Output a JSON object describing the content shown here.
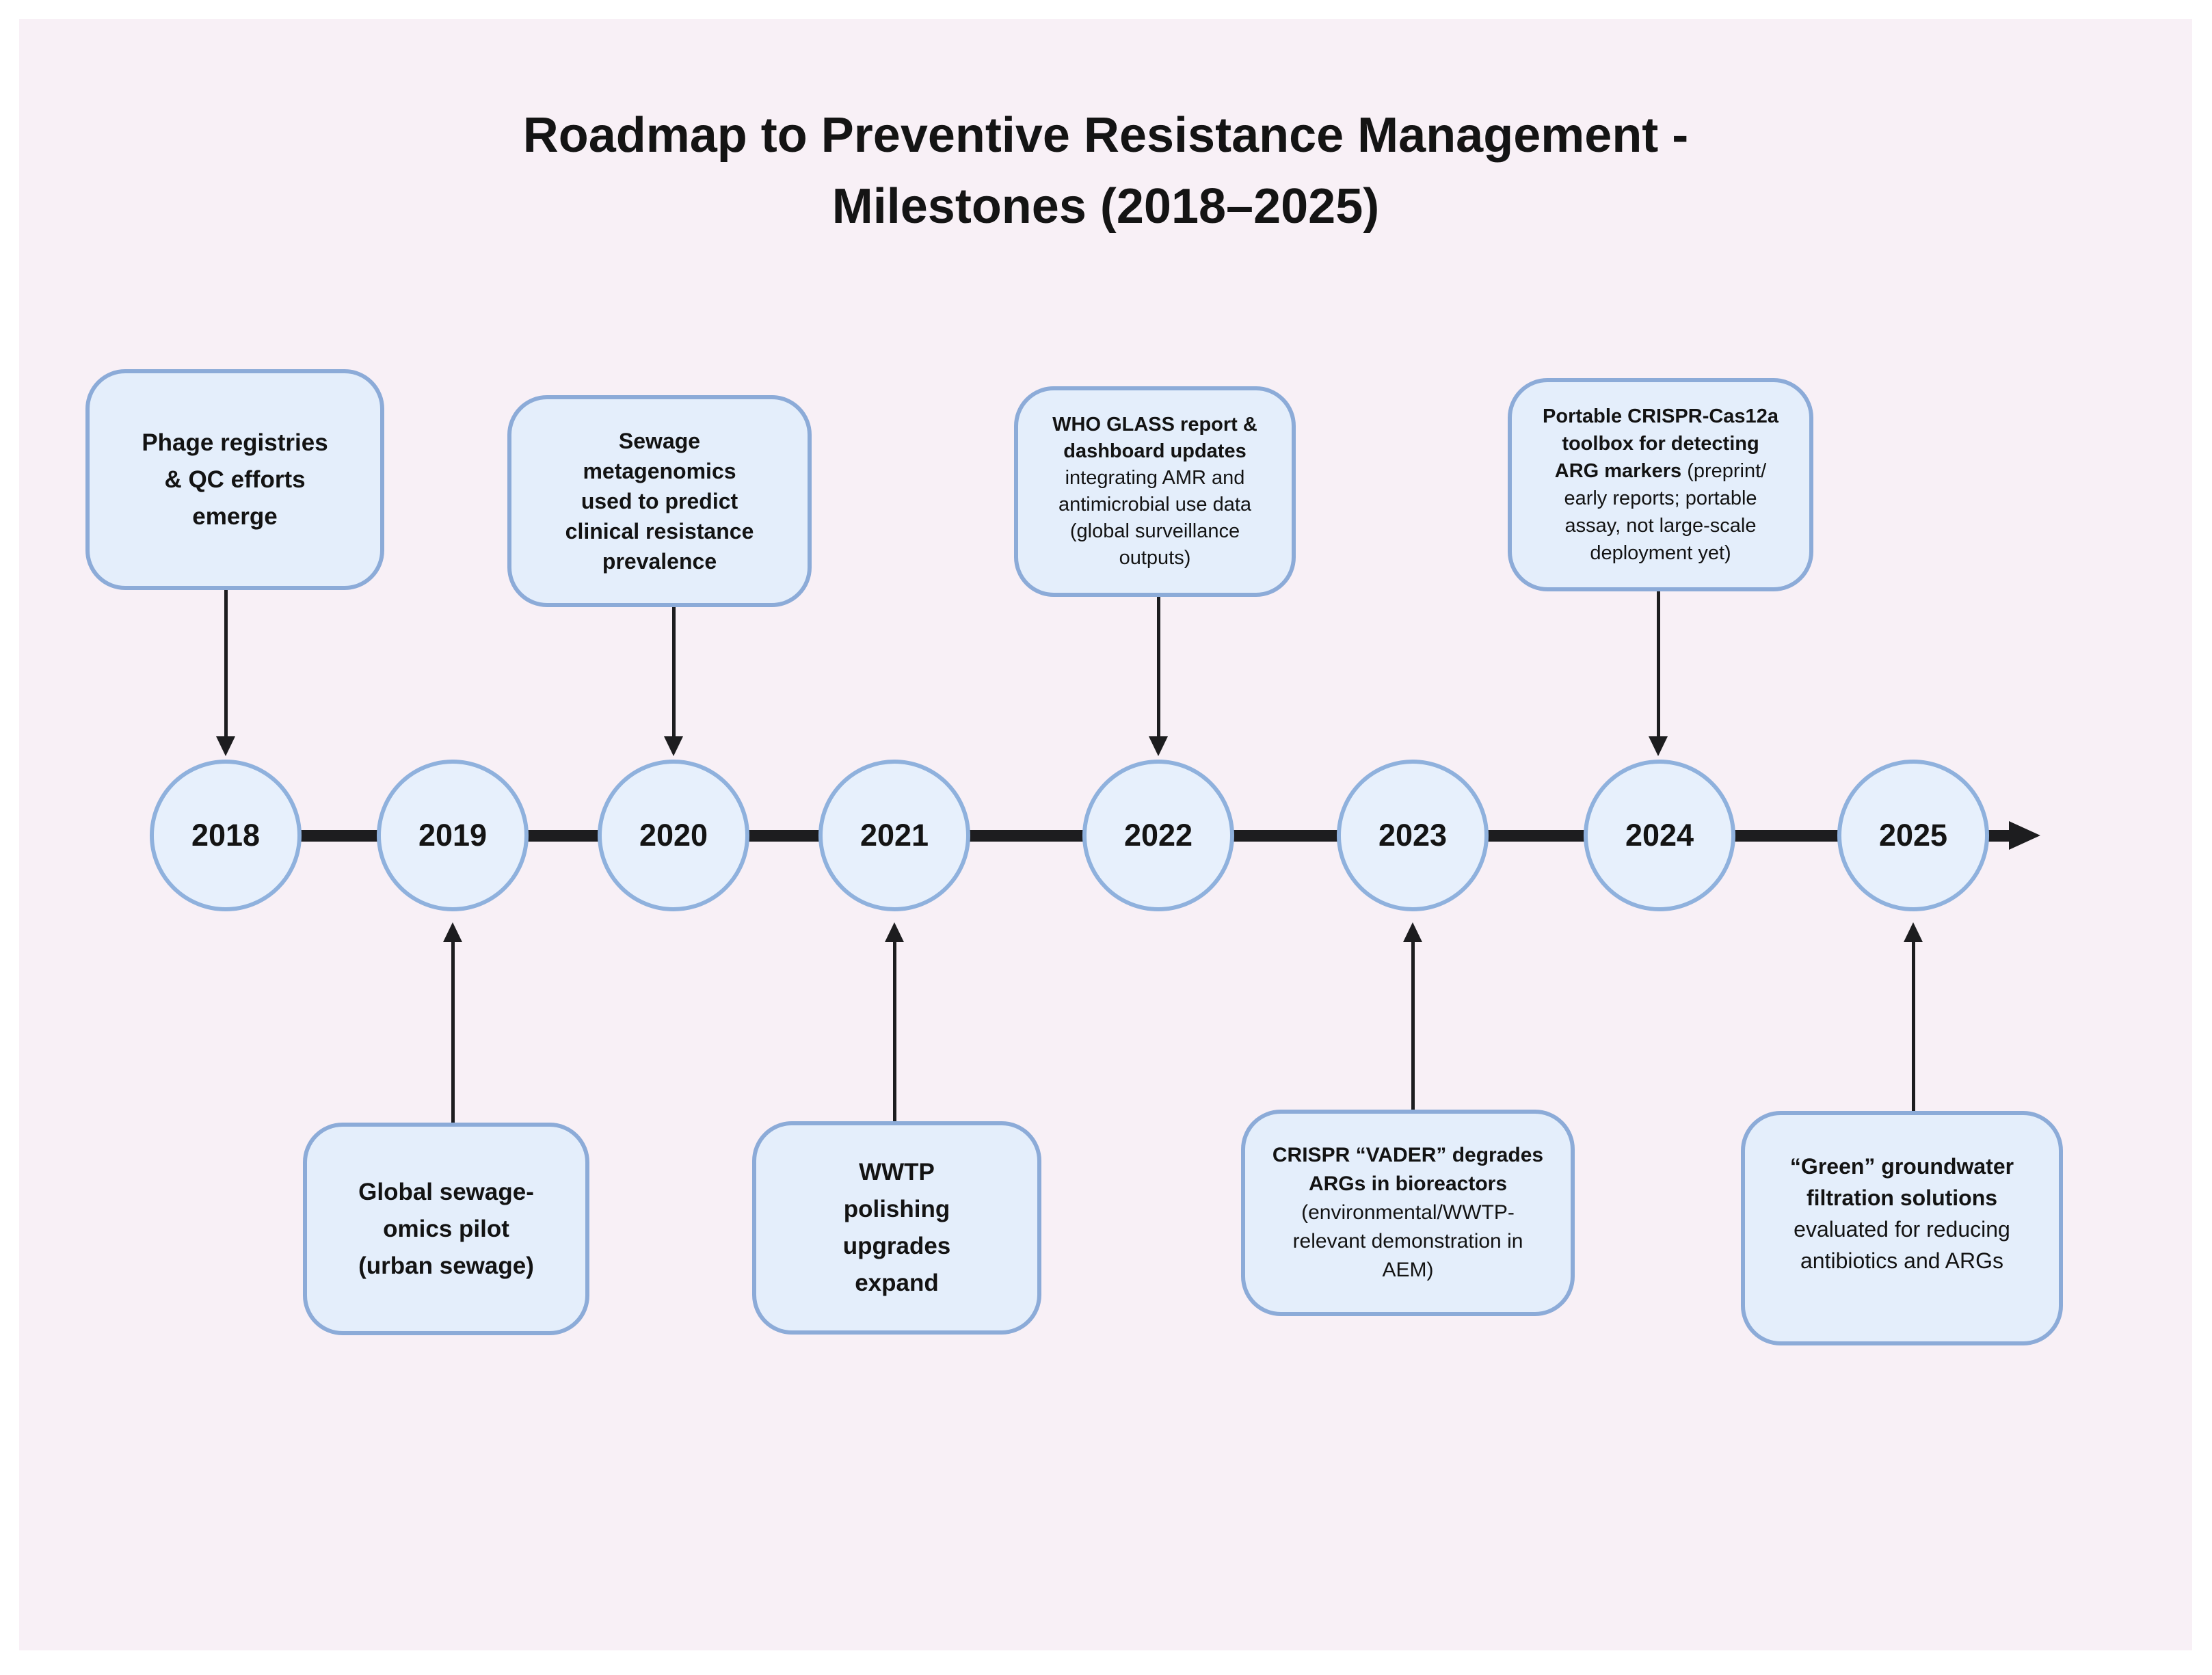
{
  "title": {
    "text": "Roadmap to Preventive Resistance Management -\nMilestones (2018–2025)"
  },
  "milestones": [
    {
      "year": "2018",
      "position": "above",
      "title": "Phage registries\n& QC efforts\nemerge",
      "sub": ""
    },
    {
      "year": "2019",
      "position": "below",
      "title": "Global sewage-\nomics pilot\n(urban sewage)",
      "sub": ""
    },
    {
      "year": "2020",
      "position": "above",
      "title": "Sewage\nmetagenomics\nused to predict\nclinical resistance\nprevalence",
      "sub": ""
    },
    {
      "year": "2021",
      "position": "below",
      "title": "WWTP\npolishing\nupgrades\nexpand",
      "sub": ""
    },
    {
      "year": "2022",
      "position": "above",
      "title": "WHO GLASS report &\ndashboard updates",
      "sub": "\nintegrating AMR and\nantimicrobial use data\n(global surveillance\noutputs)"
    },
    {
      "year": "2023",
      "position": "below",
      "title": "CRISPR “VADER” degrades\nARGs in bioreactors",
      "sub": "\n(environmental/WWTP-\nrelevant demonstration in\nAEM)"
    },
    {
      "year": "2024",
      "position": "above",
      "title": "Portable CRISPR-Cas12a\ntoolbox for detecting\nARG markers ",
      "sub": "(preprint/\nearly reports; portable\nassay, not large-scale\ndeployment yet)"
    },
    {
      "year": "2025",
      "position": "below",
      "title": "“Green” groundwater\nfiltration solutions",
      "sub": "\nevaluated for reducing\nantibiotics and ARGs"
    }
  ],
  "colors": {
    "page_background": "#f8f0f6",
    "box_fill": "#e4eefb",
    "box_border": "#8cabd8",
    "node_fill": "#e7f0fc",
    "node_border": "#8fb1dd",
    "line_black": "#1d1d1f",
    "text": "#141414"
  }
}
